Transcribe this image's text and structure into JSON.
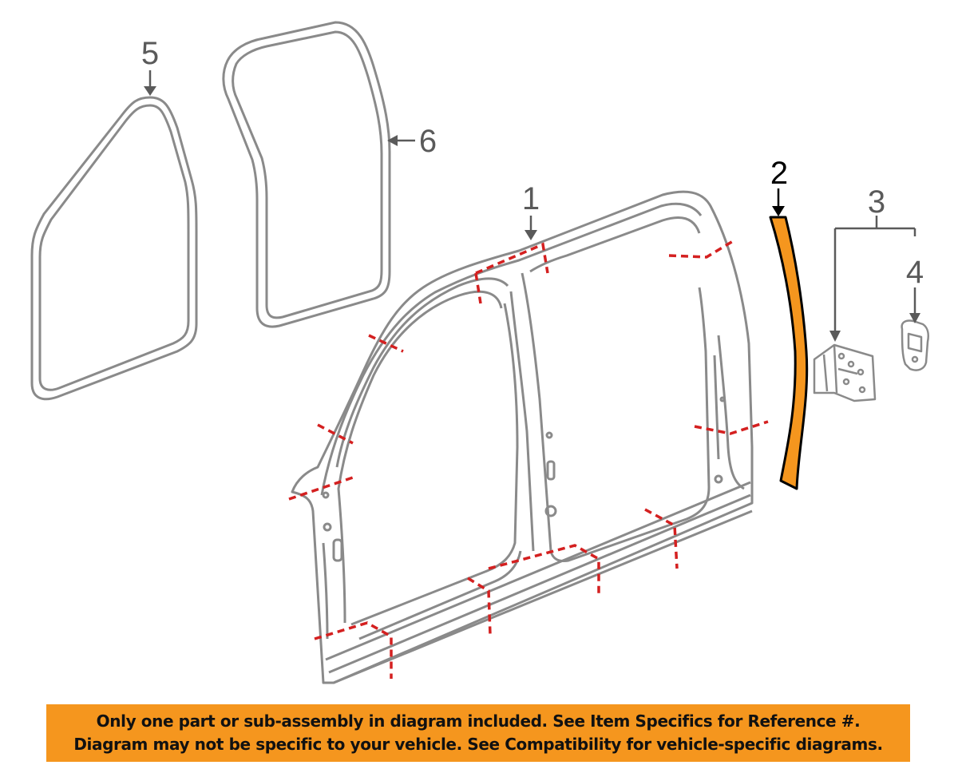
{
  "diagram": {
    "callouts": [
      {
        "id": "1",
        "label": "1",
        "highlight": false
      },
      {
        "id": "2",
        "label": "2",
        "highlight": true
      },
      {
        "id": "3",
        "label": "3",
        "highlight": false
      },
      {
        "id": "4",
        "label": "4",
        "highlight": false
      },
      {
        "id": "5",
        "label": "5",
        "highlight": false
      },
      {
        "id": "6",
        "label": "6",
        "highlight": false
      }
    ],
    "colors": {
      "line": "#8a8a8a",
      "cut_line": "#d42020",
      "highlight_fill": "#f5961e",
      "highlight_stroke": "#000000"
    }
  },
  "notice": {
    "line1": "Only one part or sub-assembly in diagram included. See Item Specifics for Reference #.",
    "line2": "Diagram may not be specific to your vehicle. See Compatibility for vehicle-specific diagrams.",
    "background": "#f5961e"
  }
}
